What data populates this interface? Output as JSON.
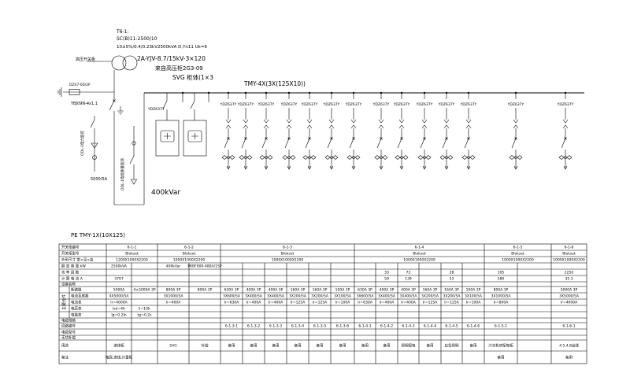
{
  "diagram": {
    "transformer": {
      "id": "T6-1:",
      "model": "SC(B)11-2500/10",
      "spec": "10±5%/0.4/0.23kV2500kVA D,Yn11 Uk=6"
    },
    "hv_cable": "2A-YJV-8.7/15kV-3×120",
    "hv_source": "来自高压柜2G3-09",
    "svg_note": "SVG 柜体(1×3",
    "left_source": "高压开关柜",
    "left_device": "DZ47-60/2P",
    "incomer_device": "YBJ09N-4x1.1",
    "ct_ratio": "5000/5A",
    "rotated_notes": [
      "ODL-1电力监控",
      "DDL-1电能质量监测"
    ],
    "busbar": "TMY-4X(3X(125X10))",
    "svg_feeder_label": "YDZ637Y",
    "feeder_labels": [
      "YDZ637Y",
      "YDZ637Y",
      "YDZ637Y",
      "YDZ637Y",
      "YDZ637Y",
      "YDZ637Y",
      "YDZ637Y",
      "YDZ637Y",
      "YDZ637Y",
      "YDZ637Y",
      "YDZ637Y",
      "YDZ637Y",
      "YDZ637Y",
      "YDZ637Y"
    ],
    "capacitor": "400kVar",
    "pe_bar": "PE   TMY-1X(10X125)"
  },
  "table": {
    "group_label": "主要元件",
    "rows": [
      {
        "label": "开关柜编号",
        "panels": [
          "6-1-1",
          "6-1-2",
          "6-1-3",
          "6-1-4",
          "6-1-5",
          "6-1-6"
        ]
      },
      {
        "label": "开关柜型号",
        "panels": [
          "Blokset",
          "Blokset",
          "Blokset",
          "Blokset",
          "Blokset",
          "Blokset"
        ]
      },
      {
        "label": "外形尺寸 宽×深×高",
        "panels": [
          "1200X1000X2200",
          "1000X1000X2200",
          "1000X1000X2200",
          "1000X1000X2200",
          "1000X1000X2200",
          "1000X1000X2200"
        ]
      },
      {
        "label": "额 定 容 量 kW",
        "cells": [
          "2500kVA",
          "",
          "400kVar",
          "PKBF900-480A/1SP",
          "",
          "",
          "",
          "",
          "",
          "",
          "",
          "",
          "",
          "",
          "",
          "",
          "",
          "",
          ""
        ]
      },
      {
        "label": "功 率 因 数",
        "cells": [
          "",
          "",
          "",
          "",
          "",
          "",
          "",
          "",
          "",
          "",
          "",
          "33",
          "72",
          "",
          "28",
          "",
          "105",
          "",
          "2250"
        ]
      },
      {
        "label": "计 算 电 流 A",
        "cells": [
          "3707",
          "",
          "",
          "",
          "",
          "",
          "",
          "",
          "",
          "",
          "",
          "59",
          "139",
          "",
          "53",
          "",
          "580",
          "",
          "35.3"
        ]
      },
      {
        "label": "设备名称",
        "cells": []
      },
      {
        "label": "断路器",
        "cells": [
          "5000A",
          "4×5000A 3P",
          "800A 3P",
          "800A 3P",
          "630A 3P",
          "400A 3P",
          "400A 3P",
          "160A 3P",
          "160A 3P",
          "100A 3P",
          "630A 3P",
          "400A 3P",
          "400A 3P",
          "160A 3P",
          "160A 3P",
          "100A 3P",
          "800A 3P",
          "",
          "5000A 3P"
        ]
      },
      {
        "label": "电流互感器",
        "cells": [
          "4X5000/5A",
          "",
          "3X1000/5A",
          "",
          "3X600/5A",
          "3X400/5A",
          "3X400/5A",
          "3X200/5A",
          "3X200/5A",
          "3X100/5A",
          "3X600/5A",
          "3X400/5A",
          "3X400/5A",
          "3X200/5A",
          "3X200/5A",
          "3X100/5A",
          "3X1000/5A",
          "",
          "3X5000/5A"
        ]
      },
      {
        "label": "电流表",
        "cells": [
          "Ir=4000A",
          "",
          "Ir=400A",
          "",
          "Ir=630A",
          "Ir=400A",
          "Ir=400A",
          "Ir=125A",
          "Ir=125A",
          "Ir=100A",
          "Ir=630A",
          "Ir=400A",
          "Ir=400A",
          "Ir=125A",
          "Ir=125A",
          "Ir=100A",
          "Ir=800A",
          "",
          "Ir=4000A"
        ]
      },
      {
        "label": "电压表",
        "cells": [
          "Isd=4Ir",
          "Ii=10Ir",
          "",
          "",
          "",
          "",
          "",
          "",
          "",
          "",
          "",
          "",
          "",
          "",
          "",
          "",
          "",
          "",
          ""
        ]
      },
      {
        "label": "电能表",
        "cells": [
          "Ig=0.2In",
          "tg=0.2s",
          "",
          "",
          "",
          "",
          "",
          "",
          "",
          "",
          "",
          "",
          "",
          "",
          "",
          "",
          "",
          "",
          ""
        ]
      },
      {
        "label": "电缆规格",
        "cells": []
      },
      {
        "label": "回路编号",
        "cells": [
          "",
          "",
          "",
          "",
          "6-1-3-1",
          "6-1-3-2",
          "6-1-3-3",
          "6-1-3-4",
          "6-1-3-5",
          "6-1-3-6",
          "6-1-4-1",
          "6-1-4-2",
          "6-1-4-3",
          "6-1-4-4",
          "6-1-4-5",
          "6-1-4-6",
          "6-1-5-1",
          "",
          "6-1-6-1"
        ]
      },
      {
        "label": "电缆型号",
        "cells": []
      },
      {
        "label": "无功补偿",
        "cells": []
      },
      {
        "label": "用途",
        "cells": [
          "进线柜",
          "",
          "SVG",
          "补偿",
          "备用",
          "备用",
          "备用",
          "备用",
          "备用",
          "备用",
          "备用",
          "备用",
          "照明配电",
          "备用",
          "应急照明",
          "备用",
          "冷冻机房配电柜",
          "",
          "4.5,4.8出线"
        ]
      },
      {
        "label": "备注",
        "cells": [
          "电源,进线,计量柜",
          "",
          "",
          "",
          "",
          "",
          "",
          "",
          "",
          "",
          "",
          "",
          "",
          "",
          "",
          "",
          "备用",
          "",
          "备用"
        ]
      }
    ]
  }
}
